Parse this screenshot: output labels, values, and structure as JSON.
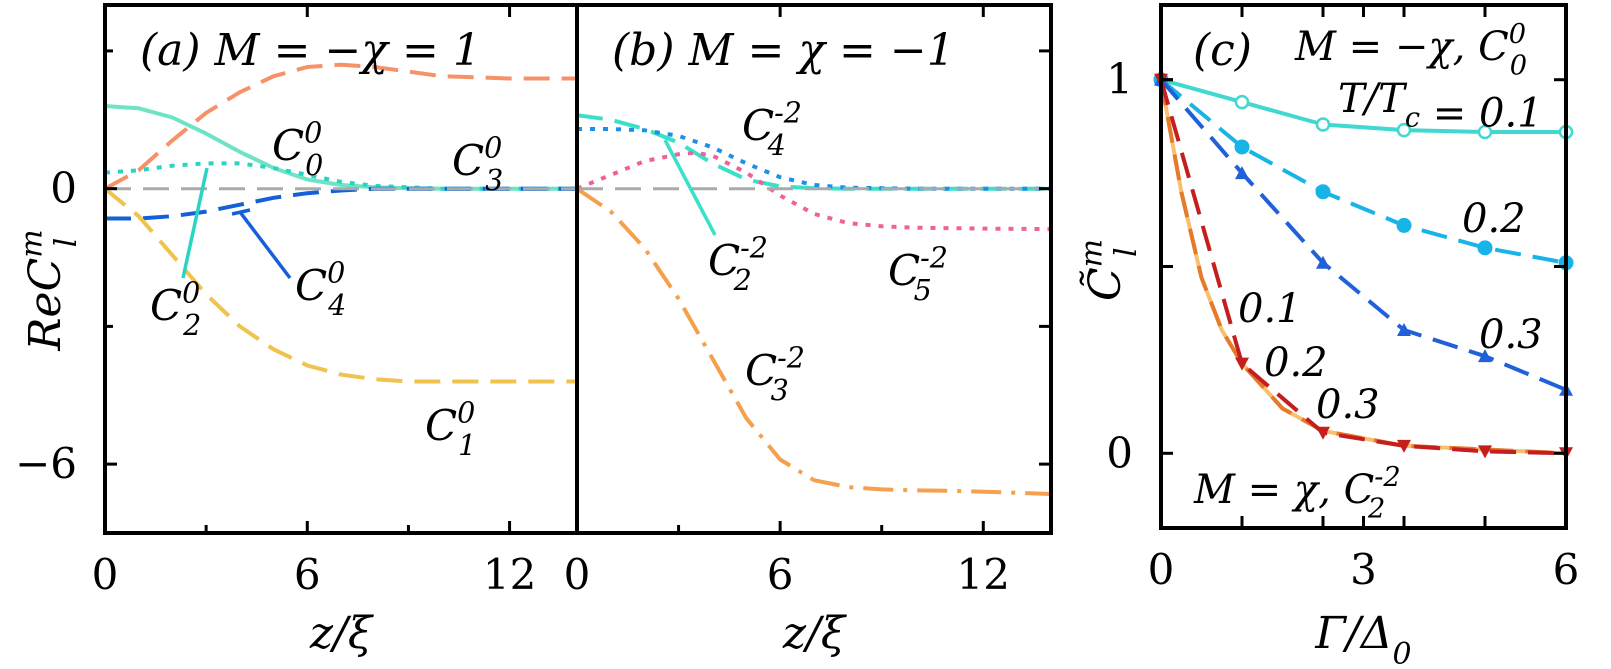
{
  "chart_data": [
    {
      "type": "line",
      "panel": "(a)",
      "title": "(a) M = −χ = 1",
      "xlabel": "z/ξ",
      "ylabel": "ReC_l^m",
      "xlim": [
        0,
        14
      ],
      "ylim": [
        -7.5,
        4
      ],
      "xticks": [
        0,
        6,
        12
      ],
      "yticks": [
        -6,
        0
      ],
      "x_tick_labels": [
        "0",
        "6",
        "12"
      ],
      "y_tick_labels": [
        "−6",
        "0"
      ],
      "grid": false,
      "series": [
        {
          "name": "C_0^0",
          "color": "#6fe3c5",
          "style": "solid",
          "x": [
            0,
            1,
            2,
            3,
            4,
            5,
            6,
            7,
            8,
            9,
            10,
            12,
            14
          ],
          "values": [
            1.8,
            1.75,
            1.55,
            1.2,
            0.8,
            0.45,
            0.2,
            0.08,
            0.03,
            0.01,
            0,
            0,
            0
          ]
        },
        {
          "name": "C_3^0",
          "color": "#f5926a",
          "style": "dash",
          "x": [
            0,
            1,
            2,
            3,
            4,
            5,
            6,
            7,
            8,
            9,
            10,
            12,
            14
          ],
          "values": [
            0,
            0.4,
            1.05,
            1.65,
            2.1,
            2.45,
            2.65,
            2.7,
            2.65,
            2.55,
            2.45,
            2.4,
            2.4
          ]
        },
        {
          "name": "C_2^0",
          "color": "#2ad4c4",
          "style": "dot",
          "x": [
            0,
            1,
            2,
            3,
            4,
            5,
            6,
            7,
            8,
            10,
            12,
            14
          ],
          "values": [
            0.35,
            0.4,
            0.5,
            0.55,
            0.55,
            0.45,
            0.3,
            0.15,
            0.06,
            0,
            0,
            0
          ]
        },
        {
          "name": "C_4^0",
          "color": "#1560d8",
          "style": "dash",
          "x": [
            0,
            1,
            2,
            3,
            4,
            5,
            6,
            7,
            8,
            10,
            12,
            14
          ],
          "values": [
            -0.65,
            -0.65,
            -0.6,
            -0.5,
            -0.35,
            -0.2,
            -0.1,
            -0.04,
            0,
            0,
            0,
            0
          ]
        },
        {
          "name": "C_1^0",
          "color": "#f0c24e",
          "style": "dash",
          "x": [
            0,
            1,
            2,
            3,
            4,
            5,
            6,
            7,
            8,
            9,
            10,
            12,
            14
          ],
          "values": [
            0,
            -0.6,
            -1.45,
            -2.3,
            -3.0,
            -3.5,
            -3.85,
            -4.05,
            -4.15,
            -4.2,
            -4.2,
            -4.2,
            -4.2
          ]
        },
        {
          "name": "zero",
          "color": "#aaaaaa",
          "style": "dash",
          "x": [
            0,
            14
          ],
          "values": [
            0,
            0
          ]
        }
      ],
      "annotations": [
        "C_0^0",
        "C_3^0",
        "C_2^0",
        "C_4^0",
        "C_1^0"
      ]
    },
    {
      "type": "line",
      "panel": "(b)",
      "title": "(b) M = χ = −1",
      "xlabel": "z/ξ",
      "xlim": [
        0,
        14
      ],
      "ylim": [
        -7.5,
        4
      ],
      "xticks": [
        0,
        6,
        12
      ],
      "x_tick_labels": [
        "0",
        "6",
        "12"
      ],
      "grid": false,
      "series": [
        {
          "name": "C_2^{-2}",
          "color": "#3ae0c8",
          "style": "dash",
          "x": [
            0,
            1,
            2,
            3,
            4,
            5,
            6,
            7,
            8,
            10,
            12,
            14
          ],
          "values": [
            1.6,
            1.5,
            1.3,
            1.0,
            0.55,
            0.2,
            0.05,
            0.01,
            0,
            0,
            0,
            0
          ]
        },
        {
          "name": "C_4^{-2}",
          "color": "#1e8ee8",
          "style": "dot",
          "x": [
            0,
            1,
            2,
            3,
            4,
            5,
            6,
            7,
            8,
            10,
            12,
            14
          ],
          "values": [
            1.3,
            1.3,
            1.27,
            1.15,
            0.9,
            0.55,
            0.25,
            0.08,
            0.02,
            0,
            0,
            0
          ]
        },
        {
          "name": "C_5^{-2}",
          "color": "#f0609a",
          "style": "dot",
          "x": [
            0,
            1,
            2,
            3,
            3.5,
            4,
            5,
            6,
            7,
            8,
            9,
            10,
            12,
            14
          ],
          "values": [
            0,
            0.3,
            0.6,
            0.75,
            0.78,
            0.72,
            0.35,
            -0.15,
            -0.55,
            -0.75,
            -0.82,
            -0.85,
            -0.87,
            -0.88
          ]
        },
        {
          "name": "C_3^{-2}",
          "color": "#f5a04c",
          "style": "dashdot",
          "x": [
            0,
            1,
            2,
            3,
            4,
            5,
            6,
            7,
            8,
            9,
            10,
            11,
            12,
            14
          ],
          "values": [
            0,
            -0.5,
            -1.3,
            -2.4,
            -3.7,
            -5.0,
            -5.9,
            -6.35,
            -6.5,
            -6.55,
            -6.57,
            -6.58,
            -6.6,
            -6.65
          ]
        },
        {
          "name": "zero",
          "color": "#aaaaaa",
          "style": "dash",
          "x": [
            0,
            14
          ],
          "values": [
            0,
            0
          ]
        }
      ],
      "annotations": [
        "C_4^{-2}",
        "C_2^{-2}",
        "C_5^{-2}",
        "C_3^{-2}"
      ]
    },
    {
      "type": "line",
      "panel": "(c)",
      "title": "(c)",
      "xlabel": "Γ/Δ_0",
      "ylabel": "C̃_l^m",
      "xlim": [
        0,
        6
      ],
      "ylim": [
        -0.2,
        1.2
      ],
      "xticks": [
        0,
        3,
        6
      ],
      "yticks": [
        0,
        1
      ],
      "x_tick_labels": [
        "0",
        "3",
        "6"
      ],
      "y_tick_labels": [
        "0",
        "1"
      ],
      "grid": false,
      "series": [
        {
          "name": "0.1",
          "color": "#40d8d0",
          "style": "solid",
          "marker": "open-circle",
          "x": [
            0,
            1.2,
            2.4,
            3.6,
            4.8,
            6.0
          ],
          "values": [
            1.0,
            0.94,
            0.88,
            0.865,
            0.86,
            0.86
          ]
        },
        {
          "name": "0.2",
          "color": "#18b4e8",
          "style": "dash",
          "marker": "filled-circle",
          "x": [
            0,
            1.2,
            2.4,
            3.6,
            4.8,
            6.0
          ],
          "values": [
            1.0,
            0.82,
            0.7,
            0.61,
            0.55,
            0.51
          ]
        },
        {
          "name": "0.3",
          "color": "#2060d8",
          "style": "dash",
          "marker": "triangle",
          "x": [
            0,
            1.2,
            2.4,
            3.6,
            4.8,
            6.0
          ],
          "values": [
            1.0,
            0.75,
            0.51,
            0.33,
            0.26,
            0.17
          ]
        },
        {
          "name": "0.1",
          "color": "#f7c070",
          "style": "solid",
          "marker": "none",
          "x": [
            0,
            0.3,
            0.6,
            0.9,
            1.2,
            1.8,
            2.4,
            3.6,
            4.8,
            6.0
          ],
          "values": [
            1.0,
            0.7,
            0.47,
            0.33,
            0.24,
            0.12,
            0.06,
            0.02,
            0.01,
            0.0
          ]
        },
        {
          "name": "0.2",
          "color": "#e57a2a",
          "style": "dash",
          "marker": "none",
          "x": [
            0,
            0.3,
            0.6,
            0.9,
            1.2,
            1.8,
            2.4,
            3.6,
            4.8,
            6.0
          ],
          "values": [
            1.0,
            0.7,
            0.47,
            0.33,
            0.24,
            0.12,
            0.06,
            0.02,
            0.01,
            0.0
          ]
        },
        {
          "name": "0.3",
          "color": "#c41e1e",
          "style": "dash",
          "marker": "down-triangle",
          "x": [
            0,
            1.2,
            2.4,
            3.6,
            4.8,
            6.0
          ],
          "values": [
            1.0,
            0.24,
            0.055,
            0.02,
            0.005,
            0.0
          ]
        }
      ],
      "annotations": [
        "M = −χ, C_0^0",
        "T/T_c = 0.1",
        "0.2",
        "0.3",
        "0.1",
        "0.2",
        "0.3",
        "M = χ, C_2^{-2}"
      ]
    }
  ]
}
